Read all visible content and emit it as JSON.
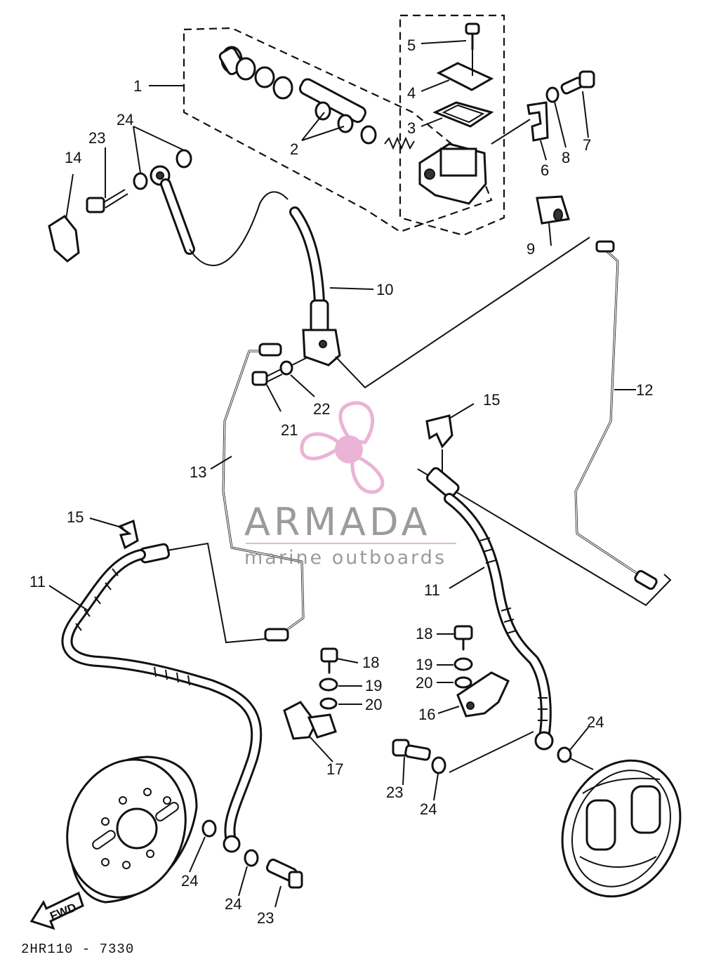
{
  "diagram": {
    "footer_code": "2HR110 - 7330",
    "fwd_label": "FWD"
  },
  "callouts": [
    {
      "id": "c1",
      "text": "1"
    },
    {
      "id": "c2",
      "text": "2"
    },
    {
      "id": "c3",
      "text": "3"
    },
    {
      "id": "c4",
      "text": "4"
    },
    {
      "id": "c5",
      "text": "5"
    },
    {
      "id": "c6",
      "text": "6"
    },
    {
      "id": "c7",
      "text": "7"
    },
    {
      "id": "c8",
      "text": "8"
    },
    {
      "id": "c9",
      "text": "9"
    },
    {
      "id": "c10",
      "text": "10"
    },
    {
      "id": "c11a",
      "text": "11"
    },
    {
      "id": "c11b",
      "text": "11"
    },
    {
      "id": "c12",
      "text": "12"
    },
    {
      "id": "c13",
      "text": "13"
    },
    {
      "id": "c14",
      "text": "14"
    },
    {
      "id": "c15a",
      "text": "15"
    },
    {
      "id": "c15b",
      "text": "15"
    },
    {
      "id": "c16",
      "text": "16"
    },
    {
      "id": "c17",
      "text": "17"
    },
    {
      "id": "c18a",
      "text": "18"
    },
    {
      "id": "c18b",
      "text": "18"
    },
    {
      "id": "c19a",
      "text": "19"
    },
    {
      "id": "c19b",
      "text": "19"
    },
    {
      "id": "c20a",
      "text": "20"
    },
    {
      "id": "c20b",
      "text": "20"
    },
    {
      "id": "c21",
      "text": "21"
    },
    {
      "id": "c22",
      "text": "22"
    },
    {
      "id": "c23a",
      "text": "23"
    },
    {
      "id": "c23b",
      "text": "23"
    },
    {
      "id": "c23c",
      "text": "23"
    },
    {
      "id": "c24a",
      "text": "24"
    },
    {
      "id": "c24b",
      "text": "24"
    },
    {
      "id": "c24c",
      "text": "24"
    },
    {
      "id": "c24d",
      "text": "24"
    },
    {
      "id": "c24e",
      "text": "24"
    }
  ],
  "watermark": {
    "brand": "ARMADA",
    "tagline": "marine outboards",
    "brand_color": "#e8a6cf",
    "text_color": "#8a8a8a"
  }
}
